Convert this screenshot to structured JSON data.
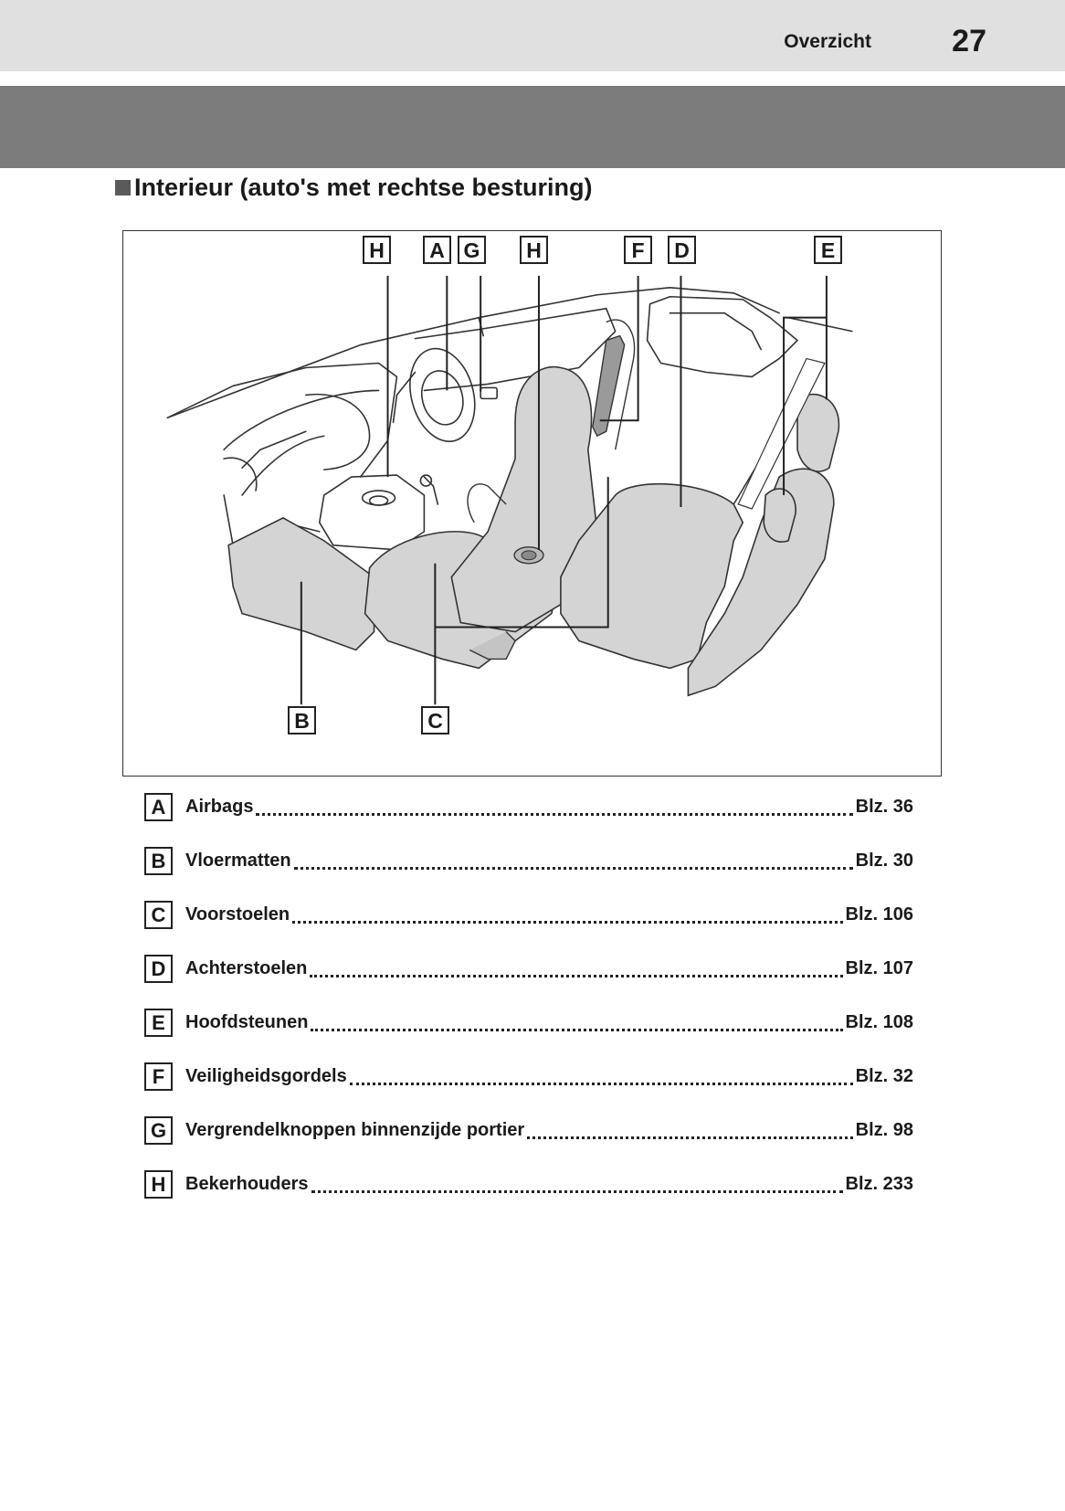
{
  "header": {
    "section": "Overzicht",
    "page_number": "27"
  },
  "heading": "Interieur (auto's met rechtse besturing)",
  "figure": {
    "callouts": [
      "H",
      "A",
      "G",
      "H",
      "F",
      "D",
      "E",
      "B",
      "C"
    ]
  },
  "legend": [
    {
      "key": "A",
      "label": "Airbags",
      "page": "Blz. 36"
    },
    {
      "key": "B",
      "label": "Vloermatten",
      "page": "Blz. 30"
    },
    {
      "key": "C",
      "label": "Voorstoelen",
      "page": "Blz. 106"
    },
    {
      "key": "D",
      "label": "Achterstoelen",
      "page": "Blz. 107"
    },
    {
      "key": "E",
      "label": "Hoofdsteunen",
      "page": "Blz. 108"
    },
    {
      "key": "F",
      "label": "Veiligheidsgordels",
      "page": "Blz. 32"
    },
    {
      "key": "G",
      "label": "Vergrendelknoppen binnenzijde portier",
      "page": "Blz. 98"
    },
    {
      "key": "H",
      "label": "Bekerhouders",
      "page": "Blz. 233"
    }
  ]
}
